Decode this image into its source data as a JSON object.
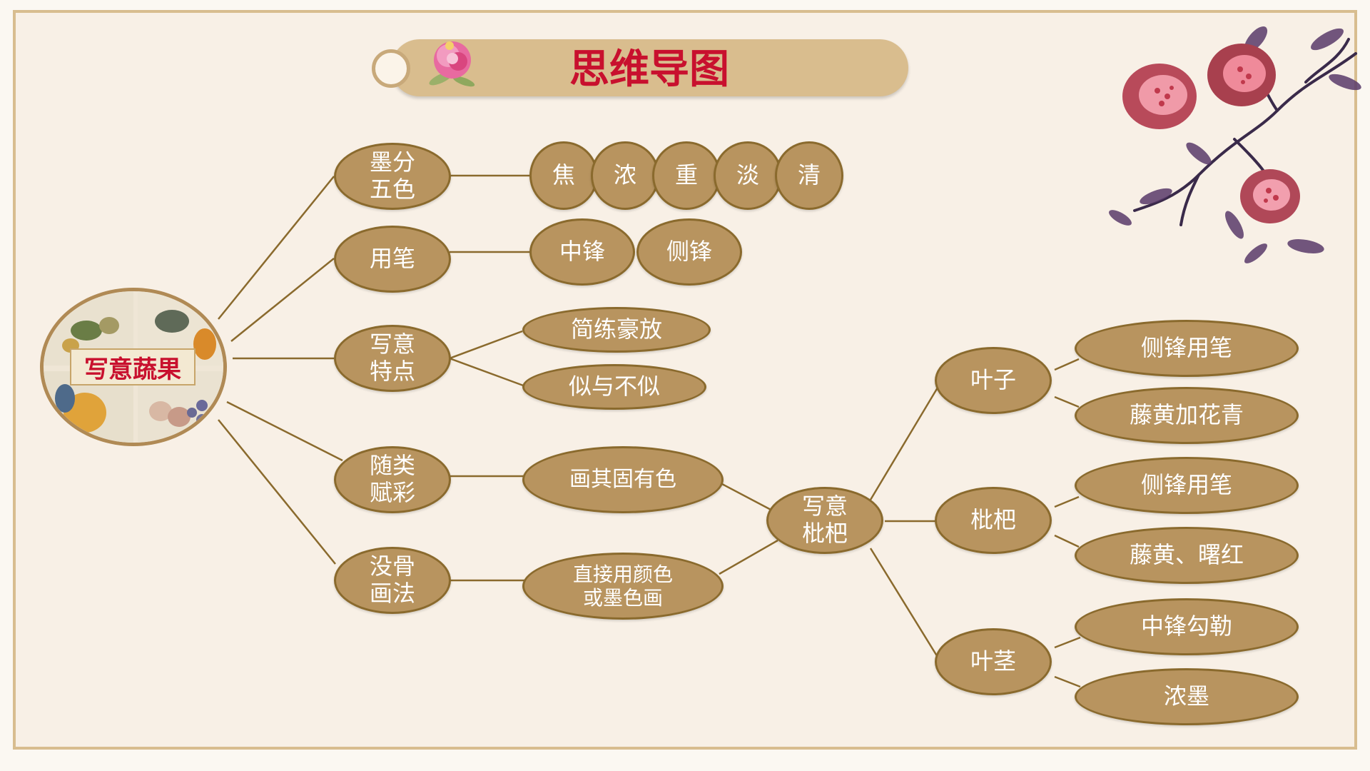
{
  "title": "思维导图",
  "root": {
    "label": "写意蔬果",
    "image": "fruit-and-vegetable-paintings-collage"
  },
  "branches": {
    "ink": {
      "label": "墨分\n五色",
      "children": [
        "焦",
        "浓",
        "重",
        "淡",
        "清"
      ]
    },
    "brush": {
      "label": "用笔",
      "children": [
        "中锋",
        "侧锋"
      ]
    },
    "features": {
      "label": "写意\n特点",
      "children": [
        "简练豪放",
        "似与不似"
      ]
    },
    "color": {
      "label": "随类\n赋彩",
      "children": [
        "画其固有色"
      ]
    },
    "boneless": {
      "label": "没骨\n画法",
      "children": [
        "直接用颜色\n或墨色画"
      ]
    }
  },
  "loquat": {
    "label": "写意\n枇杷",
    "parts": [
      {
        "label": "叶子",
        "children": [
          "侧锋用笔",
          "藤黄加花青"
        ]
      },
      {
        "label": "枇杷",
        "children": [
          "侧锋用笔",
          "藤黄、曙红"
        ]
      },
      {
        "label": "叶茎",
        "children": [
          "中锋勾勒",
          "浓墨"
        ]
      }
    ]
  },
  "decorations": {
    "top_left": "peony-flower-icon",
    "top_right": "pomegranate-branch-painting"
  },
  "colors": {
    "node_fill": "#b8945f",
    "node_border": "#8a6a2d",
    "line": "#8a6a2d",
    "title_text": "#c8102e",
    "title_bar": "#d9bd8e",
    "frame": "#d8bd8f",
    "background": "#f8f0e6"
  }
}
